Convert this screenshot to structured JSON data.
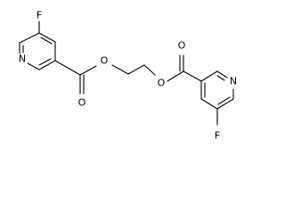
{
  "atoms": {
    "F_left": "F",
    "N_left": "N",
    "O_carbonyl_left": "O",
    "O_ester_left": "O",
    "O_ester_right": "O",
    "O_carbonyl_right": "O",
    "N_right": "N",
    "F_right": "F"
  }
}
